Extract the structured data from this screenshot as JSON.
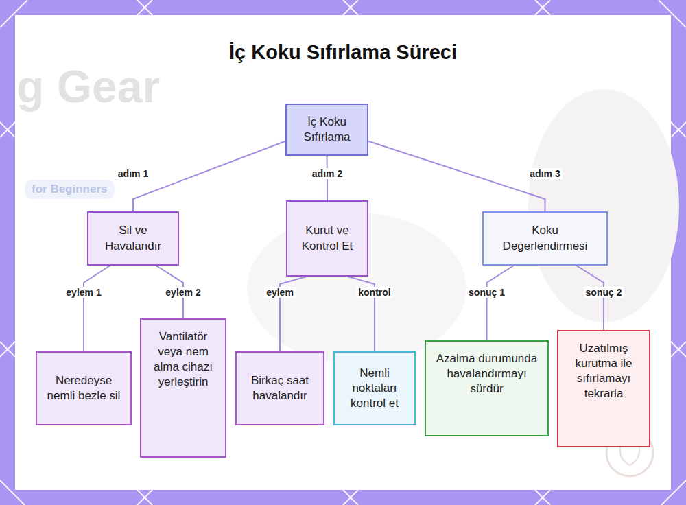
{
  "diagram": {
    "title": "İç Koku Sıfırlama Süreci",
    "nodes": [
      {
        "text": [
          "İç Koku Sıfırlama"
        ]
      },
      {
        "text": [
          "Sil ve Havalandır"
        ]
      },
      {
        "text": [
          "Kurut ve Kontrol Et"
        ]
      },
      {
        "text": [
          "Koku Değerlendirmesi"
        ]
      },
      {
        "text": [
          "Neredeyse nemli bezle sil"
        ]
      },
      {
        "text": [
          "Vantilatör veya nem alma cihazı yerleştirin"
        ]
      },
      {
        "text": [
          "Birkaç saat havalandır"
        ]
      },
      {
        "text": [
          "Nemli noktaları kontrol et"
        ]
      },
      {
        "text": [
          "Azalma durumunda havalandırmayı sürdür"
        ]
      },
      {
        "text": [
          "Uzatılmış kurutma ile sıfırlamayı tekrarla"
        ]
      }
    ],
    "edges": [
      {
        "from": 0,
        "to": 1,
        "label": "adım 1",
        "arrow": "none"
      },
      {
        "from": 0,
        "to": 2,
        "label": "adım 2",
        "arrow": "none"
      },
      {
        "from": 0,
        "to": 3,
        "label": "adım 3",
        "arrow": "none"
      },
      {
        "from": 1,
        "to": 4,
        "label": "eylem 1",
        "arrow": "none"
      },
      {
        "from": 1,
        "to": 5,
        "label": "eylem 2",
        "arrow": "none"
      },
      {
        "from": 2,
        "to": 6,
        "label": "eylem",
        "arrow": "none"
      },
      {
        "from": 2,
        "to": 7,
        "label": "kontrol",
        "arrow": "none"
      },
      {
        "from": 3,
        "to": 8,
        "label": "sonuç 1",
        "arrow": "none"
      },
      {
        "from": 3,
        "to": 9,
        "label": "sonuç 2",
        "arrow": "none"
      }
    ],
    "labels": [
      "g Gear",
      "for Beginners"
    ]
  }
}
